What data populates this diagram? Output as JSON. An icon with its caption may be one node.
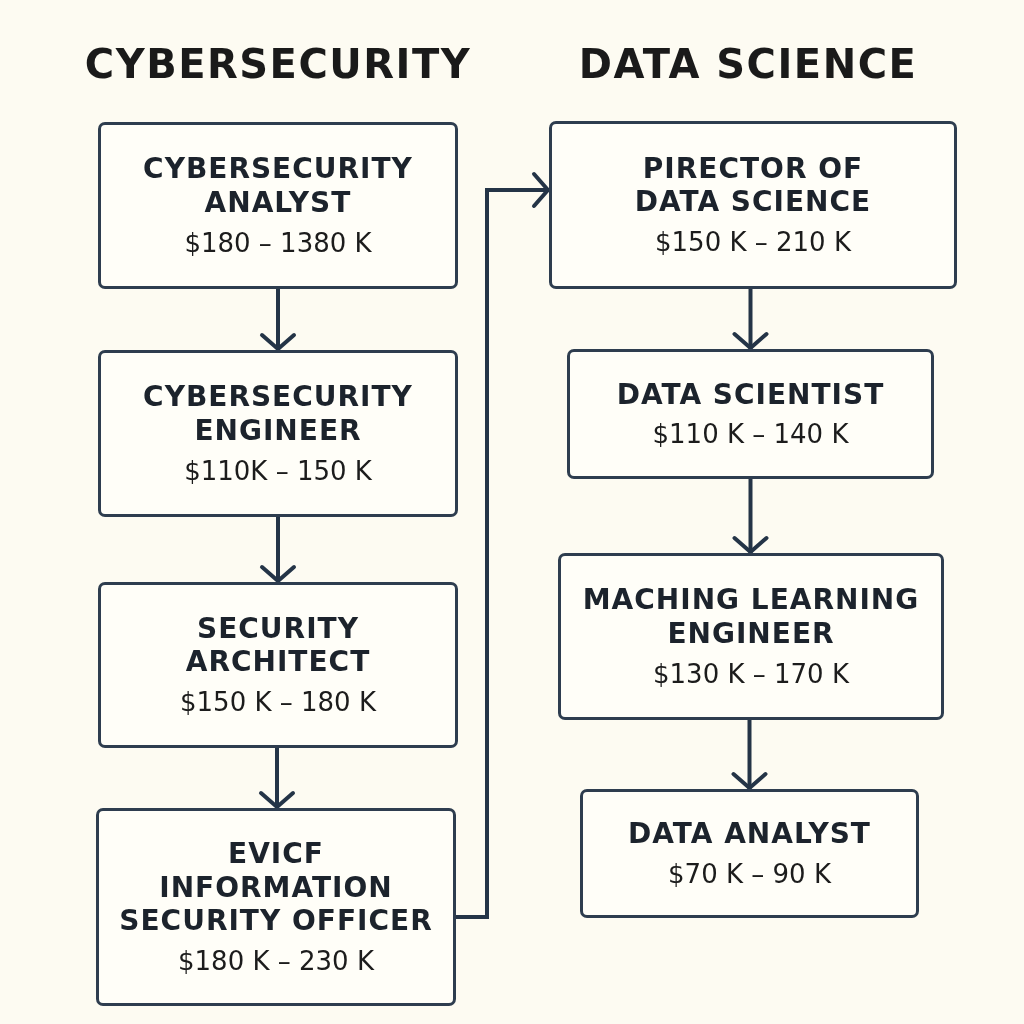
{
  "diagram": {
    "nodes": [
      {
        "text": [
          "CYBERSECURITY ANALYST",
          "$180 – 1380 K"
        ]
      },
      {
        "text": [
          "CYBERSECURITY ENGINEER",
          "$110K – 150 K"
        ]
      },
      {
        "text": [
          "SECURITY ARCHITECT",
          "$150 K – 180 K"
        ]
      },
      {
        "text": [
          "EVICF INFORMATION SECURITY OFFICER",
          "$180 K – 230 K"
        ]
      },
      {
        "text": [
          "PIRECTOR OF DATA SCIENCE",
          "$150 K – 210 K"
        ]
      },
      {
        "text": [
          "DATA SCIENTIST",
          "$110 K – 140 K"
        ]
      },
      {
        "text": [
          "MACHING LEARNING ENGINEER",
          "$130 K – 170 K"
        ]
      },
      {
        "text": [
          "DATA ANALYST",
          "$70 K – 90 K"
        ]
      }
    ],
    "edges": [
      {
        "from": 0,
        "to": 1,
        "arrow": "to"
      },
      {
        "from": 1,
        "to": 2,
        "arrow": "to"
      },
      {
        "from": 2,
        "to": 3,
        "arrow": "to"
      },
      {
        "from": 3,
        "to": 4,
        "arrow": "to"
      },
      {
        "from": 4,
        "to": 5,
        "arrow": "to"
      },
      {
        "from": 5,
        "to": 6,
        "arrow": "to"
      },
      {
        "from": 6,
        "to": 7,
        "arrow": "to"
      }
    ],
    "labels": [
      "CYBERSECURITY",
      "DATA SCIENCE"
    ]
  }
}
